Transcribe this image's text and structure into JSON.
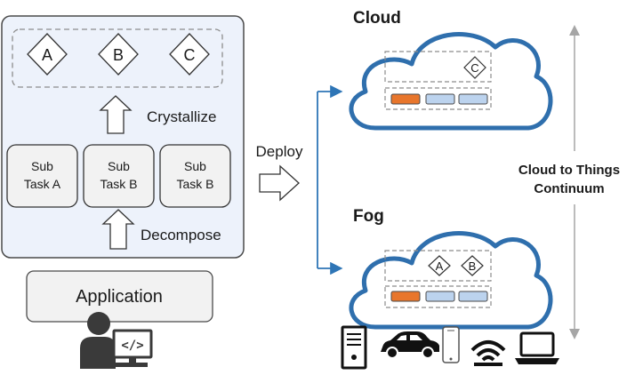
{
  "left_panel": {
    "crystallize_label": "Crystallize",
    "decompose_label": "Decompose",
    "functions": [
      "A",
      "B",
      "C"
    ],
    "subtasks": [
      {
        "line1": "Sub",
        "line2": "Task A"
      },
      {
        "line1": "Sub",
        "line2": "Task B"
      },
      {
        "line1": "Sub",
        "line2": "Task B"
      }
    ]
  },
  "application_label": "Application",
  "deploy_label": "Deploy",
  "cloud": {
    "title": "Cloud",
    "functions": [
      "C"
    ],
    "queue_colors": [
      "#e8762c",
      "#bcd3ee",
      "#bcd3ee"
    ]
  },
  "fog": {
    "title": "Fog",
    "functions": [
      "A",
      "B"
    ],
    "queue_colors": [
      "#e8762c",
      "#bcd3ee",
      "#bcd3ee"
    ]
  },
  "continuum": {
    "line1": "Cloud to Things",
    "line2": "Continuum"
  },
  "things_icons": [
    "server-icon",
    "car-icon",
    "smartphone-icon",
    "wifi-icon",
    "laptop-icon"
  ],
  "colors": {
    "panel_fill": "#edf2fb",
    "cloud_stroke": "#2f6fad",
    "arrow_blue": "#2e75b6",
    "queue_orange": "#e8762c",
    "queue_blue": "#bcd3ee"
  }
}
